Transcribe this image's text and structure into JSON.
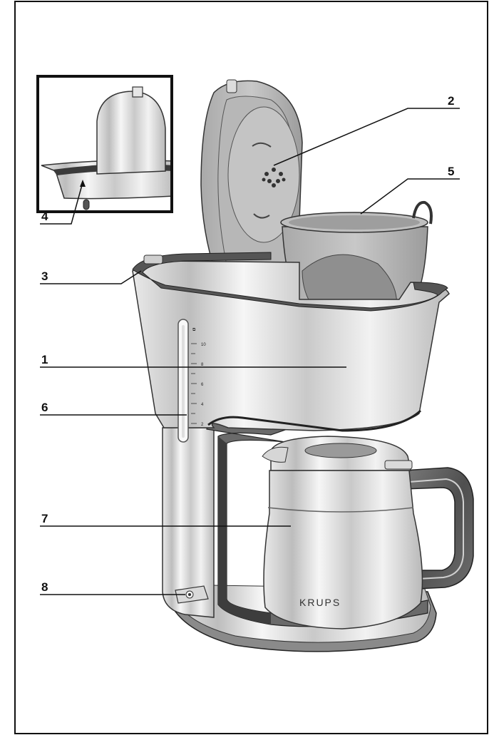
{
  "brand": "KRUPS",
  "callouts": [
    {
      "id": "1",
      "label": "1"
    },
    {
      "id": "2",
      "label": "2"
    },
    {
      "id": "3",
      "label": "3"
    },
    {
      "id": "4",
      "label": "4"
    },
    {
      "id": "5",
      "label": "5"
    },
    {
      "id": "6",
      "label": "6"
    },
    {
      "id": "7",
      "label": "7"
    },
    {
      "id": "8",
      "label": "8"
    }
  ],
  "water_scale": [
    "10",
    "8",
    "6",
    "4",
    "2"
  ]
}
